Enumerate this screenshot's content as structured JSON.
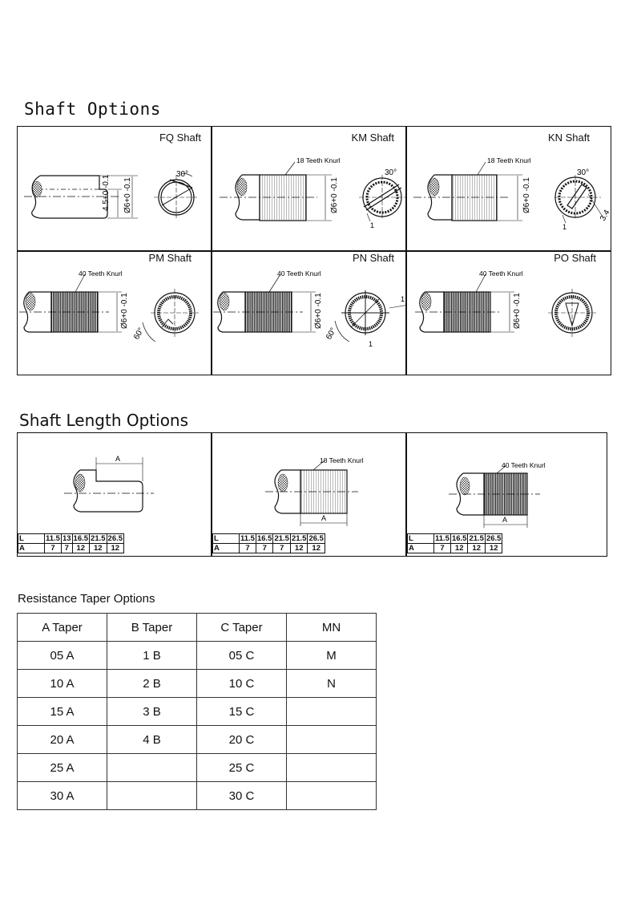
{
  "shaft_options": {
    "title": "Shaft Options",
    "panels": [
      {
        "label": "FQ Shaft",
        "knurl": "",
        "dims": [
          "4.5+0 -0.1",
          "Ø6+0 -0.1",
          "30°"
        ]
      },
      {
        "label": "KM  Shaft",
        "knurl": "18 Teeth Knurl",
        "dims": [
          "Ø6+0 -0.1",
          "30°",
          "1"
        ]
      },
      {
        "label": "KN  Shaft",
        "knurl": "18 Teeth Knurl",
        "dims": [
          "Ø6+0 -0.1",
          "30°",
          "1",
          "3.4"
        ]
      },
      {
        "label": "PM Shaft",
        "knurl": "40 Teeth  Knurl",
        "dims": [
          "Ø6+0 -0.1",
          "60°"
        ]
      },
      {
        "label": "PN  Shaft",
        "knurl": "40 Teeth  Knurl",
        "dims": [
          "Ø6+0 -0.1",
          "60°",
          "1",
          "1"
        ]
      },
      {
        "label": "PO  Shaft",
        "knurl": "40 Teeth  Knurl",
        "dims": [
          "Ø6+0 -0.1"
        ]
      }
    ]
  },
  "shaft_length": {
    "title": "Shaft Length Options",
    "panels": [
      {
        "knurl": "",
        "dim_label": "A",
        "rows": [
          [
            "L",
            "11.5",
            "13",
            "16.5",
            "21.5",
            "26.5"
          ],
          [
            "A",
            "7",
            "7",
            "12",
            "12",
            "12"
          ]
        ]
      },
      {
        "knurl": "18 Teeth  Knurl",
        "dim_label": "A",
        "rows": [
          [
            "L",
            "11.5",
            "16.5",
            "21.5",
            "21.5",
            "26.5"
          ],
          [
            "A",
            "7",
            "7",
            "7",
            "12",
            "12"
          ]
        ]
      },
      {
        "knurl": "40 Teeth  Knurl",
        "dim_label": "A",
        "rows": [
          [
            "L",
            "11.5",
            "16.5",
            "21.5",
            "26.5"
          ],
          [
            "A",
            "7",
            "12",
            "12",
            "12"
          ]
        ]
      }
    ]
  },
  "taper": {
    "title": "Resistance Taper Options",
    "headers": [
      "A Taper",
      "B Taper",
      "C Taper",
      "MN"
    ],
    "rows": [
      [
        "05 A",
        "1 B",
        "05 C",
        "M"
      ],
      [
        "10 A",
        "2 B",
        "10 C",
        "N"
      ],
      [
        "15 A",
        "3 B",
        "15 C",
        ""
      ],
      [
        "20 A",
        "4 B",
        "20 C",
        ""
      ],
      [
        "25 A",
        "",
        "25 C",
        ""
      ],
      [
        "30 A",
        "",
        "30 C",
        ""
      ]
    ]
  }
}
